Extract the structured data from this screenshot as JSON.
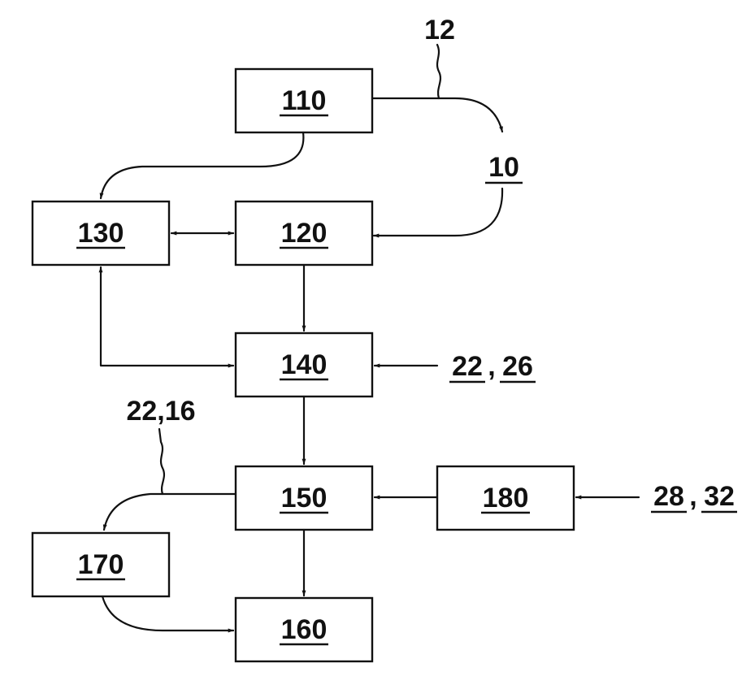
{
  "boxes": {
    "b110": "110",
    "b120": "120",
    "b130": "130",
    "b140": "140",
    "b150": "150",
    "b160": "160",
    "b170": "170",
    "b180": "180"
  },
  "refs": {
    "r12": "12",
    "r10": "10",
    "r22_140": "22",
    "r26": "26",
    "r22_16": "22,16",
    "r28": "28",
    "r32": "32",
    "comma1": ",",
    "comma2": ","
  }
}
